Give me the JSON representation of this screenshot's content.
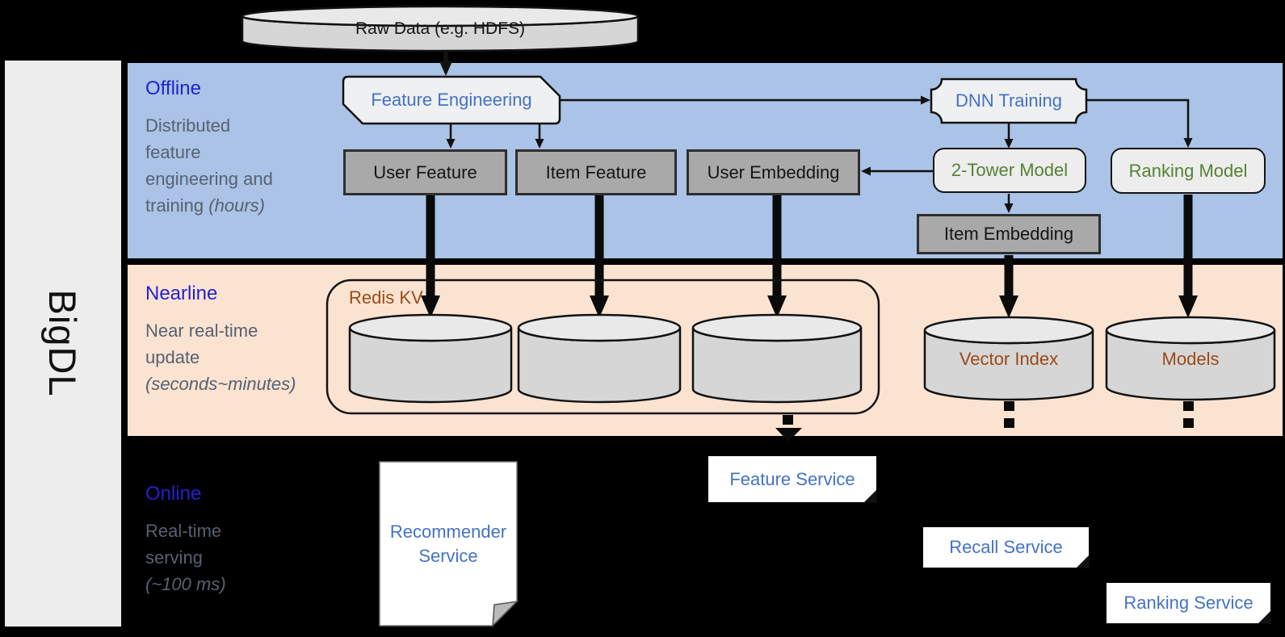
{
  "sidebar": {
    "brand": "BigDL"
  },
  "colors": {
    "offline_band": "#aac3e6",
    "nearline_band": "#fbe3d1",
    "online_band": "#000000",
    "band_title_blue": "#2222cc",
    "subtitle_gray": "#566173",
    "node_text_blue": "#4472c4",
    "node_text_green": "#548235",
    "node_text_brown": "#9a4a17",
    "gray_node_fill": "#a9a9a9",
    "light_node_fill": "#ededed",
    "cylinder_fill": "#d6d6d6"
  },
  "raw_data": {
    "label": "Raw Data (e.g. HDFS)"
  },
  "bands": {
    "offline": {
      "title": "Offline",
      "lines": [
        "Distributed",
        "feature",
        "engineering and"
      ],
      "tail": "training ",
      "italic": "(hours)"
    },
    "nearline": {
      "title": "Nearline",
      "lines": [
        "Near real-time",
        "update"
      ],
      "italic": "(seconds~minutes)"
    },
    "online": {
      "title": "Online",
      "lines": [
        "Real-time",
        "serving"
      ],
      "italic": "(~100 ms)"
    }
  },
  "nodes": {
    "feature_engineering": "Feature Engineering",
    "dnn_training": "DNN Training",
    "user_feature": "User Feature",
    "item_feature": "Item Feature",
    "user_embedding": "User Embedding",
    "two_tower_model": "2-Tower Model",
    "ranking_model": "Ranking Model",
    "item_embedding": "Item Embedding",
    "redis_kv": "Redis KV",
    "vector_index": "Vector Index",
    "models": "Models",
    "recommender_service": "Recommender Service",
    "feature_service": "Feature Service",
    "recall_service": "Recall Service",
    "ranking_service": "Ranking Service"
  }
}
